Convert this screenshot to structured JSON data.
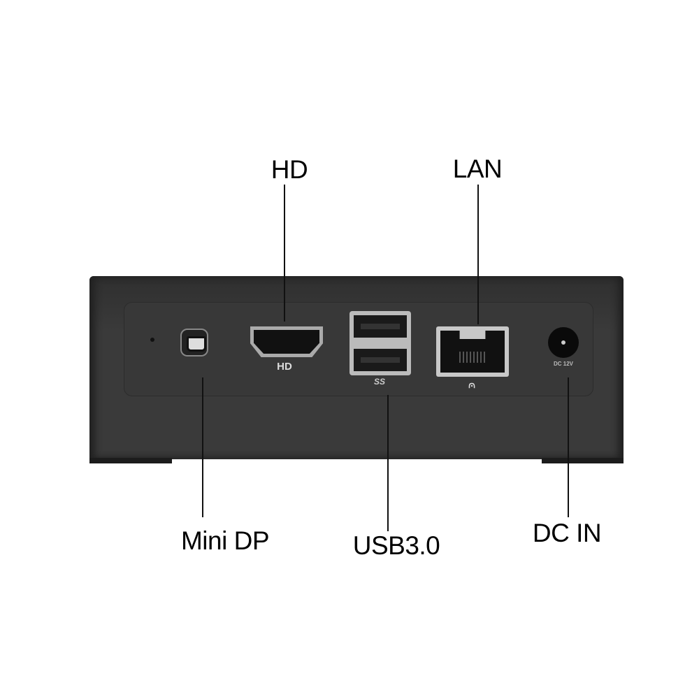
{
  "callouts": {
    "hdmi": "HD",
    "lan": "LAN",
    "mini_dp": "Mini DP",
    "usb": "USB3.0",
    "dc_in": "DC IN"
  },
  "port_markings": {
    "hdmi": "HD",
    "usb": "SS",
    "dc": "DC 12V"
  },
  "colors": {
    "device": "#3a3a3a",
    "port": "#000000",
    "port_trim": "#c8c8c8"
  }
}
